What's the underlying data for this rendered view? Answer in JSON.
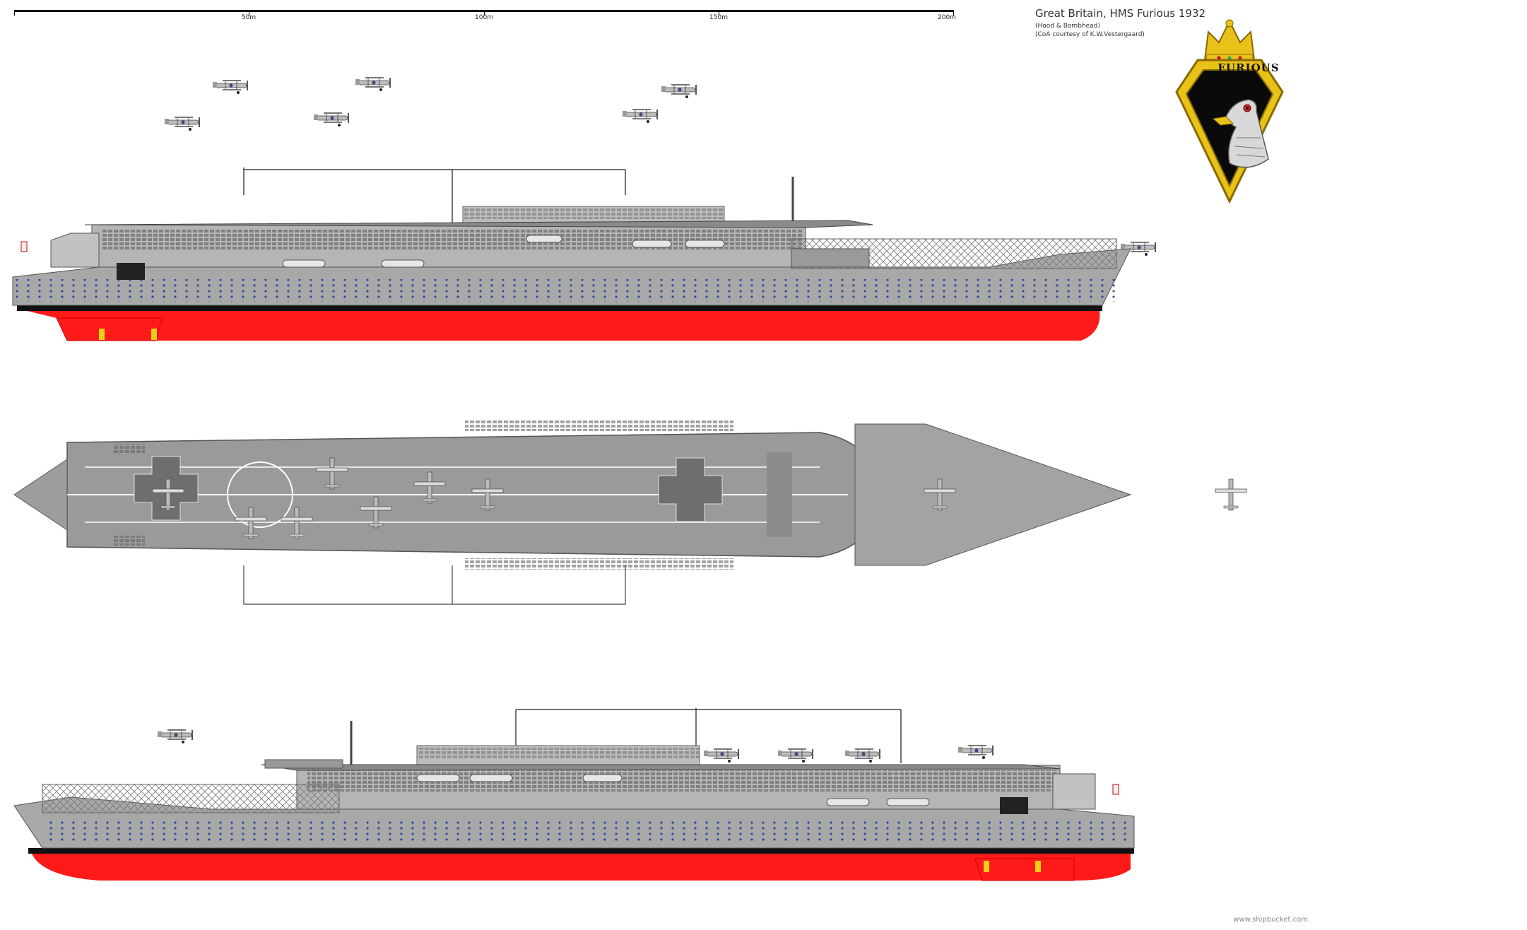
{
  "title": {
    "main": "Great Britain, HMS Furious  1932",
    "credit_1": "(Hood & Bombhead)",
    "credit_2": "(CoA courtesy of  K.W.Vestergaard)"
  },
  "scale": {
    "labels": [
      "50m",
      "100m",
      "150m",
      "200m"
    ]
  },
  "crest": {
    "name": "FURIOUS"
  },
  "footer": {
    "watermark": "www.shipbucket.com"
  },
  "colors": {
    "hull_grey": "#a8a8a8",
    "deck_grey": "#9a9a9a",
    "dark_grey": "#6e6e6e",
    "antifouling_red": "#ff1a1a",
    "boot_black": "#111111",
    "crest_gold": "#e8c218",
    "crest_black": "#0a0a0a"
  }
}
